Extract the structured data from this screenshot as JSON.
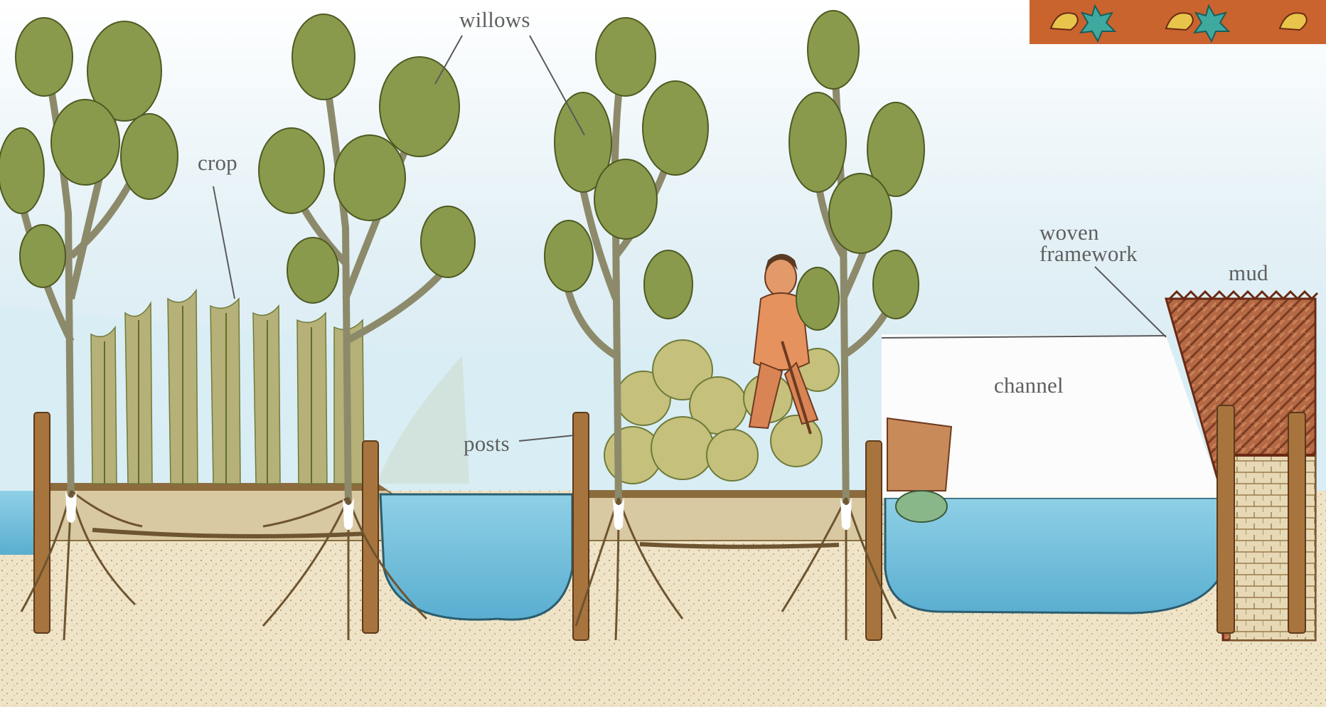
{
  "labels": {
    "willows": "willows",
    "crop": "crop",
    "woven_framework": [
      "woven",
      "framework"
    ],
    "mud": "mud",
    "channel": "channel",
    "posts": "posts"
  },
  "colors": {
    "water": "#7cc3dc",
    "water_dark": "#4f9fbf",
    "sky": "#d8ecf3",
    "soil": "#ece0c2",
    "soil_dark": "#c2ad86",
    "post": "#a8743e",
    "leaf": "#8a9a4c",
    "leaf_light": "#c9c27a",
    "crop": "#b8b07a",
    "wall": "#a2593a",
    "border_band": "#c9642f"
  },
  "icons": [
    "border-glyph-icon"
  ]
}
